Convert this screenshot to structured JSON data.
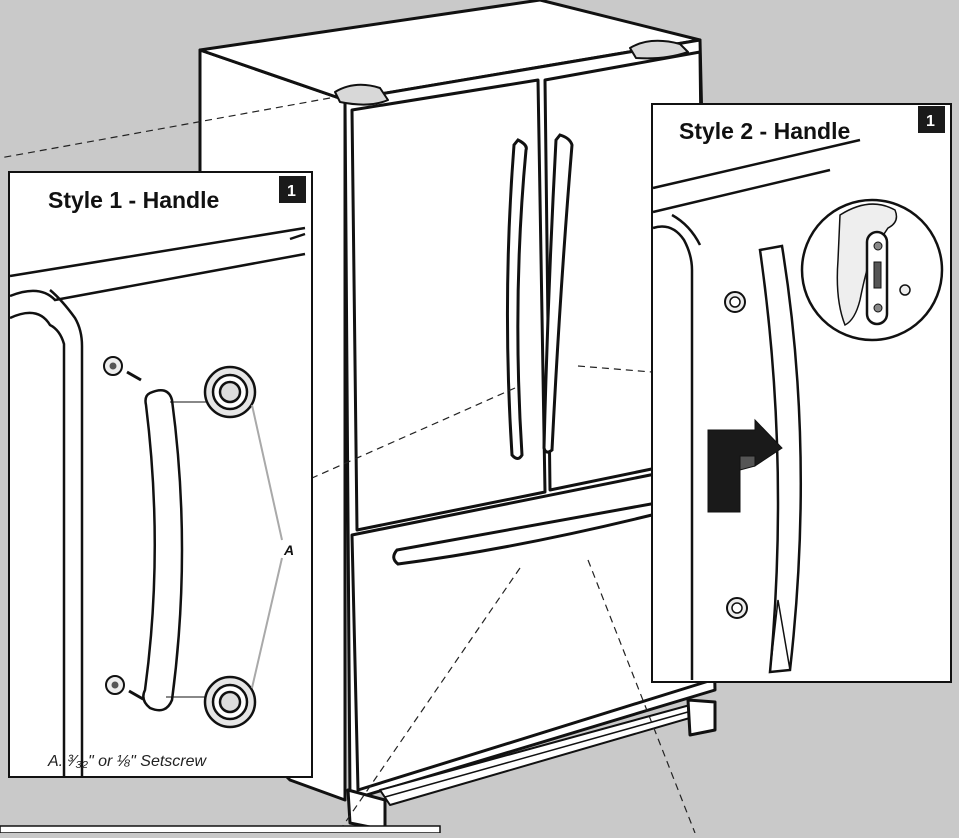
{
  "colors": {
    "background": "#c9c9c9",
    "panel": "#ffffff",
    "line": "#111111",
    "badge": "#1a1a1a",
    "callout_line": "#a9a9a9"
  },
  "style1": {
    "title": "Style 1 - Handle",
    "step": "1",
    "callout": "A",
    "caption": "A. ³⁄₃₂\" or ⅛\" Setscrew"
  },
  "style2": {
    "title": "Style 2 - Handle",
    "step": "1"
  },
  "icons": [
    "refrigerator-illustration",
    "handle-illustration",
    "setscrew-icon",
    "magnifier-inset",
    "direction-arrow-icon"
  ]
}
